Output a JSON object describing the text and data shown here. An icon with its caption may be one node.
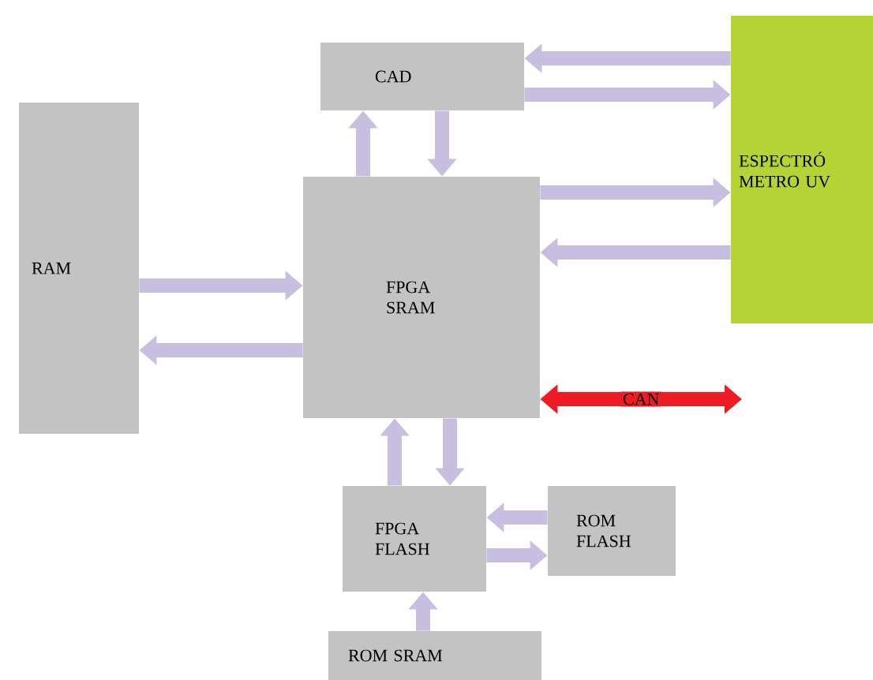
{
  "diagram": {
    "nodes": [
      {
        "text": [
          "CAD"
        ]
      },
      {
        "text": [
          "ESPECTRÓ METRO UV"
        ]
      },
      {
        "text": [
          "RAM"
        ]
      },
      {
        "text": [
          "FPGA SRAM"
        ]
      },
      {
        "text": [
          "FPGA FLASH"
        ]
      },
      {
        "text": [
          "ROM FLASH"
        ]
      },
      {
        "text": [
          "ROM SRAM"
        ]
      }
    ],
    "edges": [
      {
        "from": 1,
        "to": 0,
        "arrow": "to"
      },
      {
        "from": 0,
        "to": 1,
        "arrow": "to"
      },
      {
        "from": 3,
        "to": 1,
        "arrow": "to"
      },
      {
        "from": 1,
        "to": 3,
        "arrow": "to"
      },
      {
        "from": 3,
        "to": 0,
        "arrow": "to"
      },
      {
        "from": 0,
        "to": 3,
        "arrow": "to"
      },
      {
        "from": 2,
        "to": 3,
        "arrow": "to"
      },
      {
        "from": 3,
        "to": 2,
        "arrow": "to"
      },
      {
        "from": 4,
        "to": 3,
        "arrow": "to"
      },
      {
        "from": 3,
        "to": 4,
        "arrow": "to"
      },
      {
        "from": 5,
        "to": 4,
        "arrow": "to"
      },
      {
        "from": 4,
        "to": 5,
        "arrow": "to"
      },
      {
        "from": 6,
        "to": 4,
        "arrow": "to"
      },
      {
        "from": 3,
        "to": null,
        "arrow": "both",
        "label": "CAN",
        "color": "#ed1c24"
      }
    ]
  }
}
